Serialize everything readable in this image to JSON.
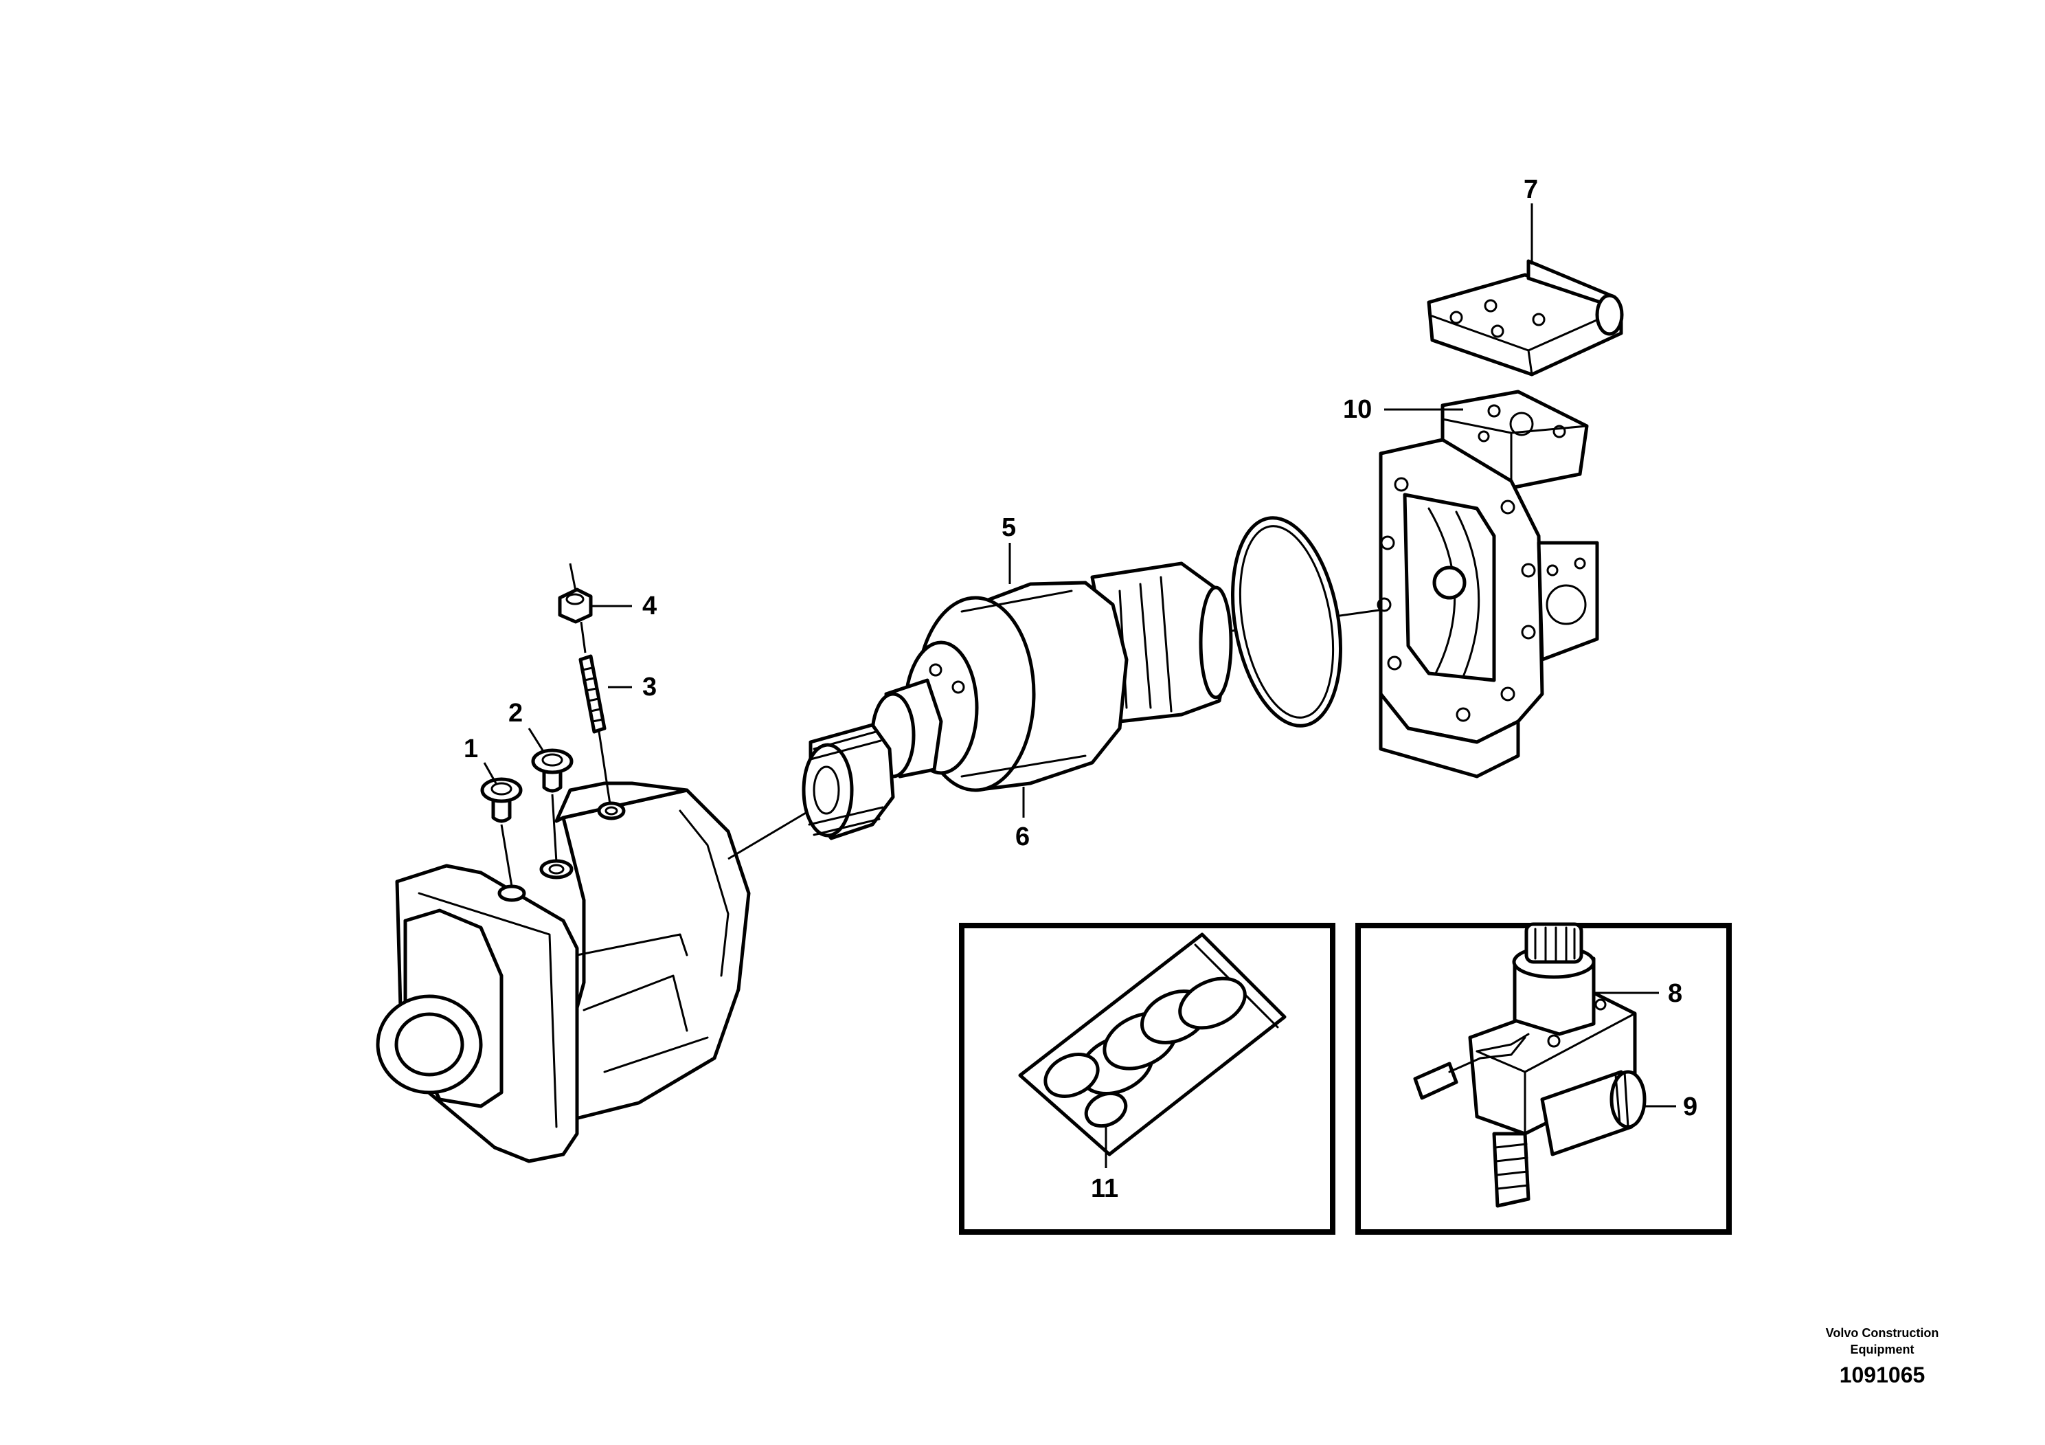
{
  "callouts": {
    "c1": "1",
    "c2": "2",
    "c3": "3",
    "c4": "4",
    "c5": "5",
    "c6": "6",
    "c7": "7",
    "c8": "8",
    "c9": "9",
    "c10": "10",
    "c11": "11"
  },
  "footer": {
    "brand_line1": "Volvo Construction",
    "brand_line2": "Equipment",
    "document_number": "1091065"
  }
}
